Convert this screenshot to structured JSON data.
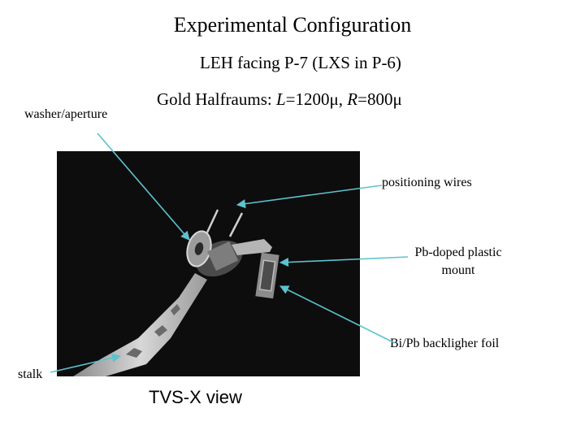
{
  "title": "Experimental Configuration",
  "subtitle": "LEH facing P-7 (LXS in P-6)",
  "halfraum": {
    "prefix": "Gold Halfraums: ",
    "l_var": "L",
    "l_value": "=1200μ, ",
    "r_var": "R",
    "r_value": "=800μ"
  },
  "labels": {
    "washer": "washer/aperture",
    "wires": "positioning wires",
    "mount": "Pb-doped plastic mount",
    "foil": "Bi/Pb backligher foil",
    "stalk": "stalk"
  },
  "photo_caption": "TVS-X view",
  "colors": {
    "arrow": "#5cc3d0",
    "photo_bg": "#0d0d0d"
  }
}
